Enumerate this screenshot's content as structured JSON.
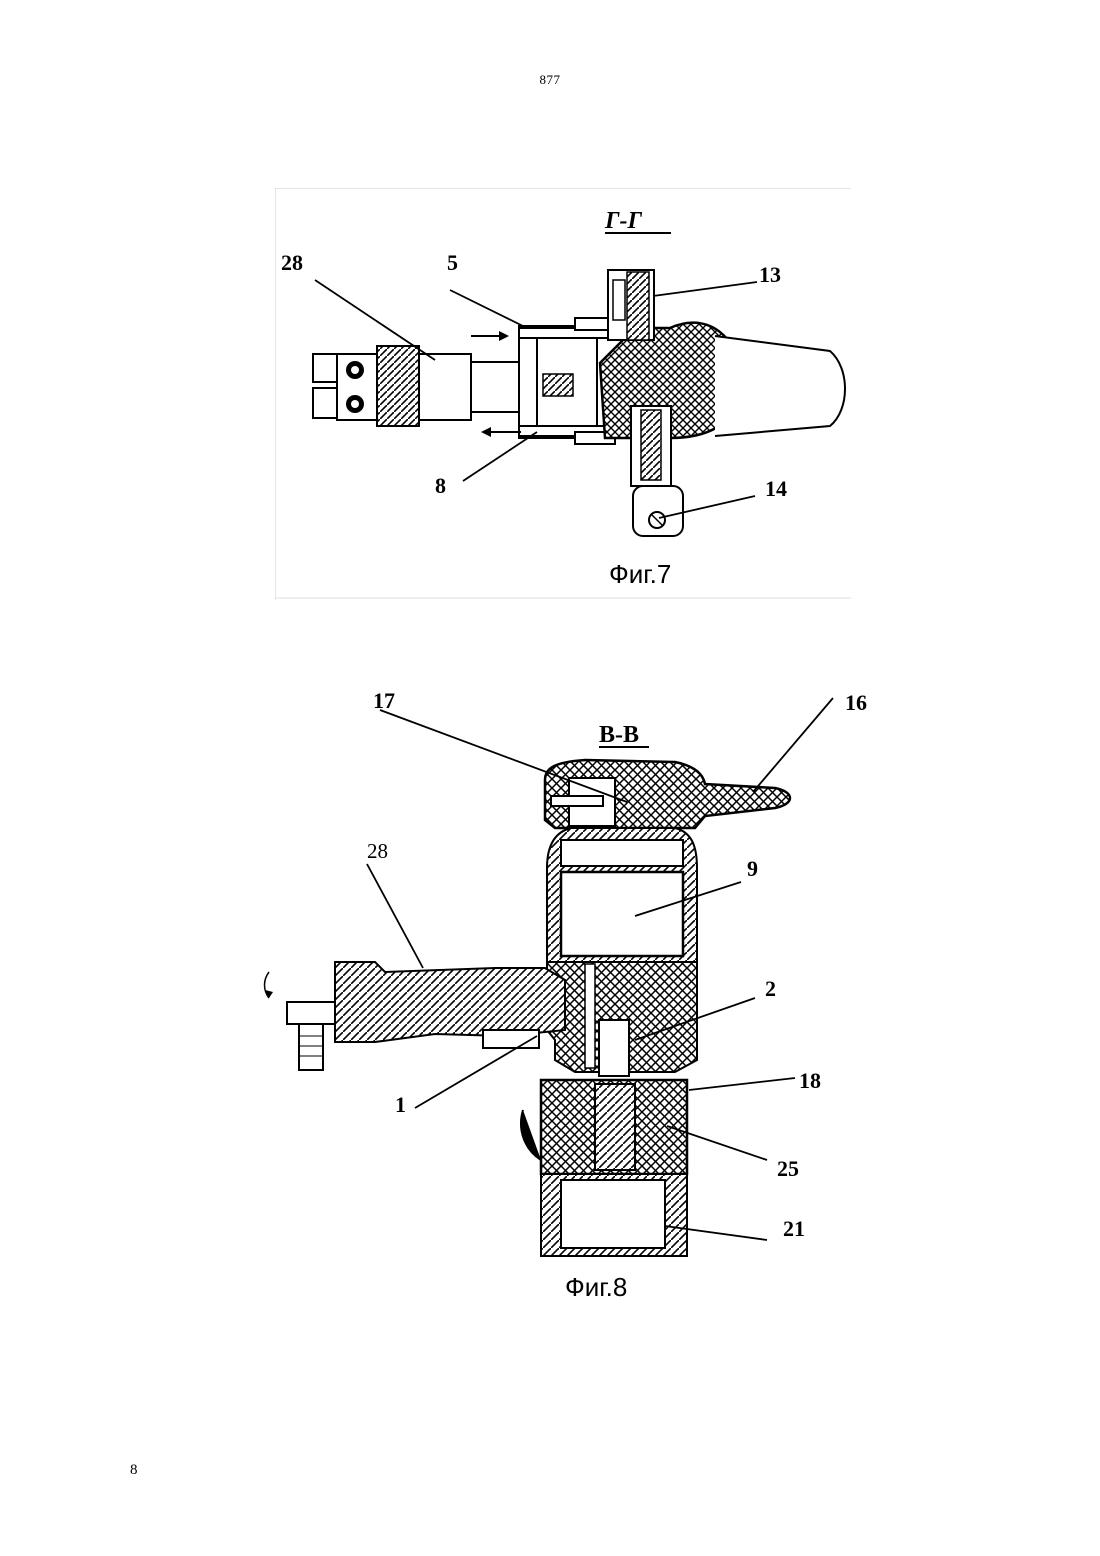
{
  "header": {
    "page_number": "877"
  },
  "footer": {
    "page_number": "8"
  },
  "figure7": {
    "caption": "Фиг.7",
    "section_label": "Г-Г",
    "labels": {
      "l28": "28",
      "l5": "5",
      "l13": "13",
      "l8": "8",
      "l14": "14"
    }
  },
  "figure8": {
    "caption": "Фиг.8",
    "section_label": "B-B",
    "labels": {
      "l17": "17",
      "l16": "16",
      "l28": "28",
      "l9": "9",
      "l2": "2",
      "l1": "1",
      "l18": "18",
      "l25": "25",
      "l21": "21"
    }
  }
}
